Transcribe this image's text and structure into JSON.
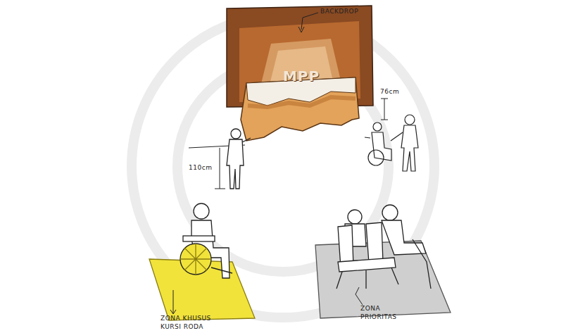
{
  "diagram": {
    "nodes": [
      {
        "text": [
          "MPP"
        ]
      }
    ],
    "labels": [
      "BACKDROP",
      "110cm",
      "76cm",
      "ZONA KHUSUS KURSI RODA",
      "ZONA PRIORITAS"
    ]
  }
}
